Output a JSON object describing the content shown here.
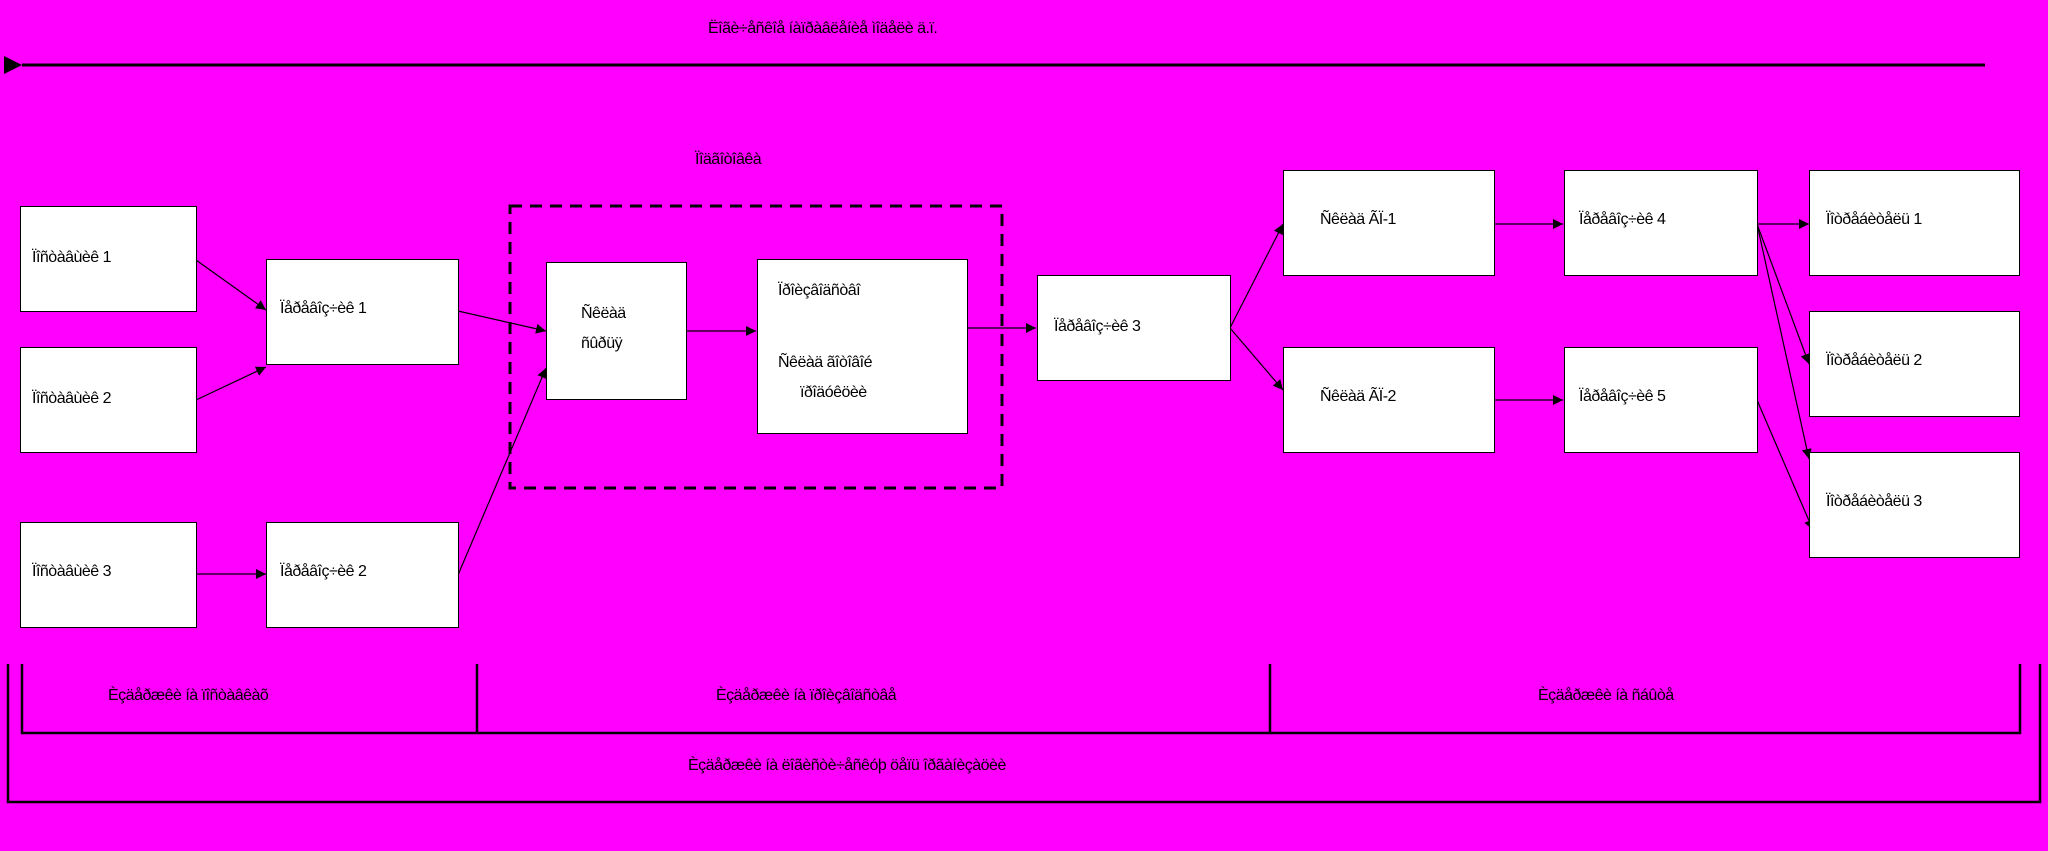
{
  "top_arrow_label": "Ëîãè÷åñêîå íàïðàâëåíèå ìîäåëè ä.ï.",
  "staging_group_label": "Ïîäãîòîâêà",
  "sources": [
    "Ïîñòàâùèê 1",
    "Ïîñòàâùèê 2",
    "Ïîñòàâùèê 3"
  ],
  "transforms": [
    "Ïåðåâîç÷èê 1",
    "Ïåðåâîç÷èê 2",
    "Ïåðåâîç÷èê 3",
    "Ïåðåâîç÷èê 4",
    "Ïåðåâîç÷èê 5"
  ],
  "raw_warehouse": {
    "line1": "Ñêëàä",
    "line2": "ñûðüÿ"
  },
  "processing": {
    "top": "Ïðîèçâîäñòâî",
    "bottom_line1": "Ñêëàä ãîòîâîé",
    "bottom_line2": "ïðîäóêöèè"
  },
  "distribution_warehouses": [
    "Ñêëàä ÃÏ-1",
    "Ñêëàä ÃÏ-2"
  ],
  "consumers": [
    "Ïîòðåáèòåëü 1",
    "Ïîòðåáèòåëü 2",
    "Ïîòðåáèòåëü 3"
  ],
  "bracket_labels": {
    "supply": "Èçäåðæêè íà ïîñòàâêàõ",
    "production": "Èçäåðæêè íà ïðîèçâîäñòâå",
    "sales": "Èçäåðæêè íà ñáûòå",
    "total": "Èçäåðæêè íà ëîãèñòè÷åñêóþ öåïü îðãàíèçàöèè"
  },
  "colors": {
    "background": "#ff00ff",
    "box_fill": "#ffffff",
    "line": "#000000"
  }
}
